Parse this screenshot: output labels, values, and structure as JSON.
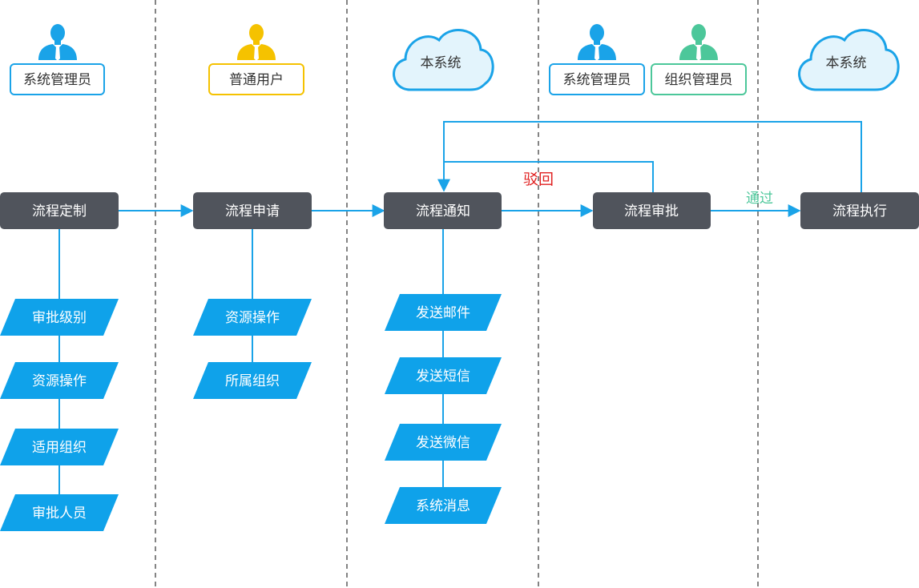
{
  "roles": [
    {
      "id": "sys-admin-1",
      "label": "系统管理员",
      "color": "#1aa3e8"
    },
    {
      "id": "normal-user",
      "label": "普通用户",
      "color": "#f5c200"
    },
    {
      "id": "sys-admin-2",
      "label": "系统管理员",
      "color": "#1aa3e8"
    },
    {
      "id": "org-admin",
      "label": "组织管理员",
      "color": "#4cc79a"
    }
  ],
  "clouds": [
    {
      "id": "cloud-1",
      "label": "本系统"
    },
    {
      "id": "cloud-2",
      "label": "本系统"
    }
  ],
  "processes": [
    {
      "id": "define",
      "label": "流程定制"
    },
    {
      "id": "apply",
      "label": "流程申请"
    },
    {
      "id": "notify",
      "label": "流程通知"
    },
    {
      "id": "approve",
      "label": "流程审批"
    },
    {
      "id": "execute",
      "label": "流程执行"
    }
  ],
  "define_items": [
    "审批级别",
    "资源操作",
    "适用组织",
    "审批人员"
  ],
  "apply_items": [
    "资源操作",
    "所属组织"
  ],
  "notify_items": [
    "发送邮件",
    "发送短信",
    "发送微信",
    "系统消息"
  ],
  "edges": {
    "reject": {
      "label": "驳回",
      "color": "#e02020"
    },
    "pass": {
      "label": "通过",
      "color": "#4cc79a"
    }
  },
  "colors": {
    "accent": "#1aa3e8",
    "process_fill": "#50545c",
    "item_fill": "#0fa2ea"
  }
}
